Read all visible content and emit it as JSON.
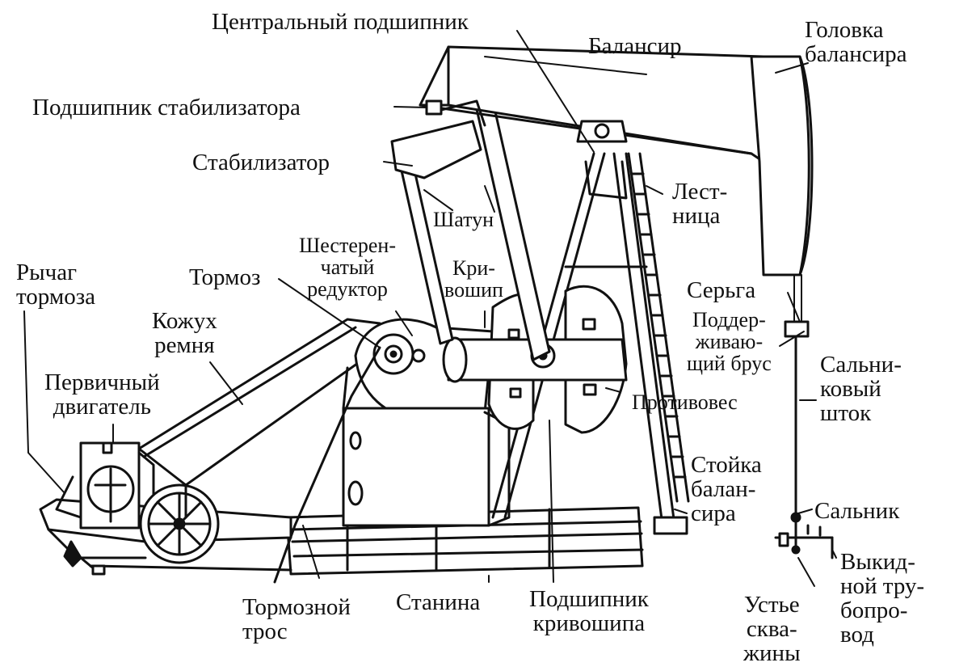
{
  "labels": {
    "central_bearing": "Центральный подшипник",
    "beam": "Балансир",
    "horsehead": "Головка\nбалансира",
    "stabilizer_bearing": "Подшипник стабилизатора",
    "stabilizer": "Стабилизатор",
    "pitman": "Шатун",
    "ladder": "Лест-\nница",
    "gear_reducer": "Шестерен-\nчатый\nредуктор",
    "crank": "Кри-\nвошип",
    "brake": "Тормоз",
    "brake_lever": "Рычаг\nтормоза",
    "belt_guard": "Кожух\nремня",
    "prime_mover": "Первичный\nдвигатель",
    "bridle": "Серьга",
    "carrier_bar": "Поддер-\nживаю-\nщий брус",
    "polished_rod": "Сальни-\nковый\nшток",
    "counterweight": "Противовес",
    "samson_post": "Стойка\nбалан-\nсира",
    "stuffing_box": "Сальник",
    "flow_line": "Выкид-\nной тру-\nбопро-\nвод",
    "brake_cable": "Тормозной\nтрос",
    "base": "Станина",
    "crank_bearing": "Подшипник\nкривошипа",
    "wellhead": "Устье\nсква-\nжины"
  }
}
